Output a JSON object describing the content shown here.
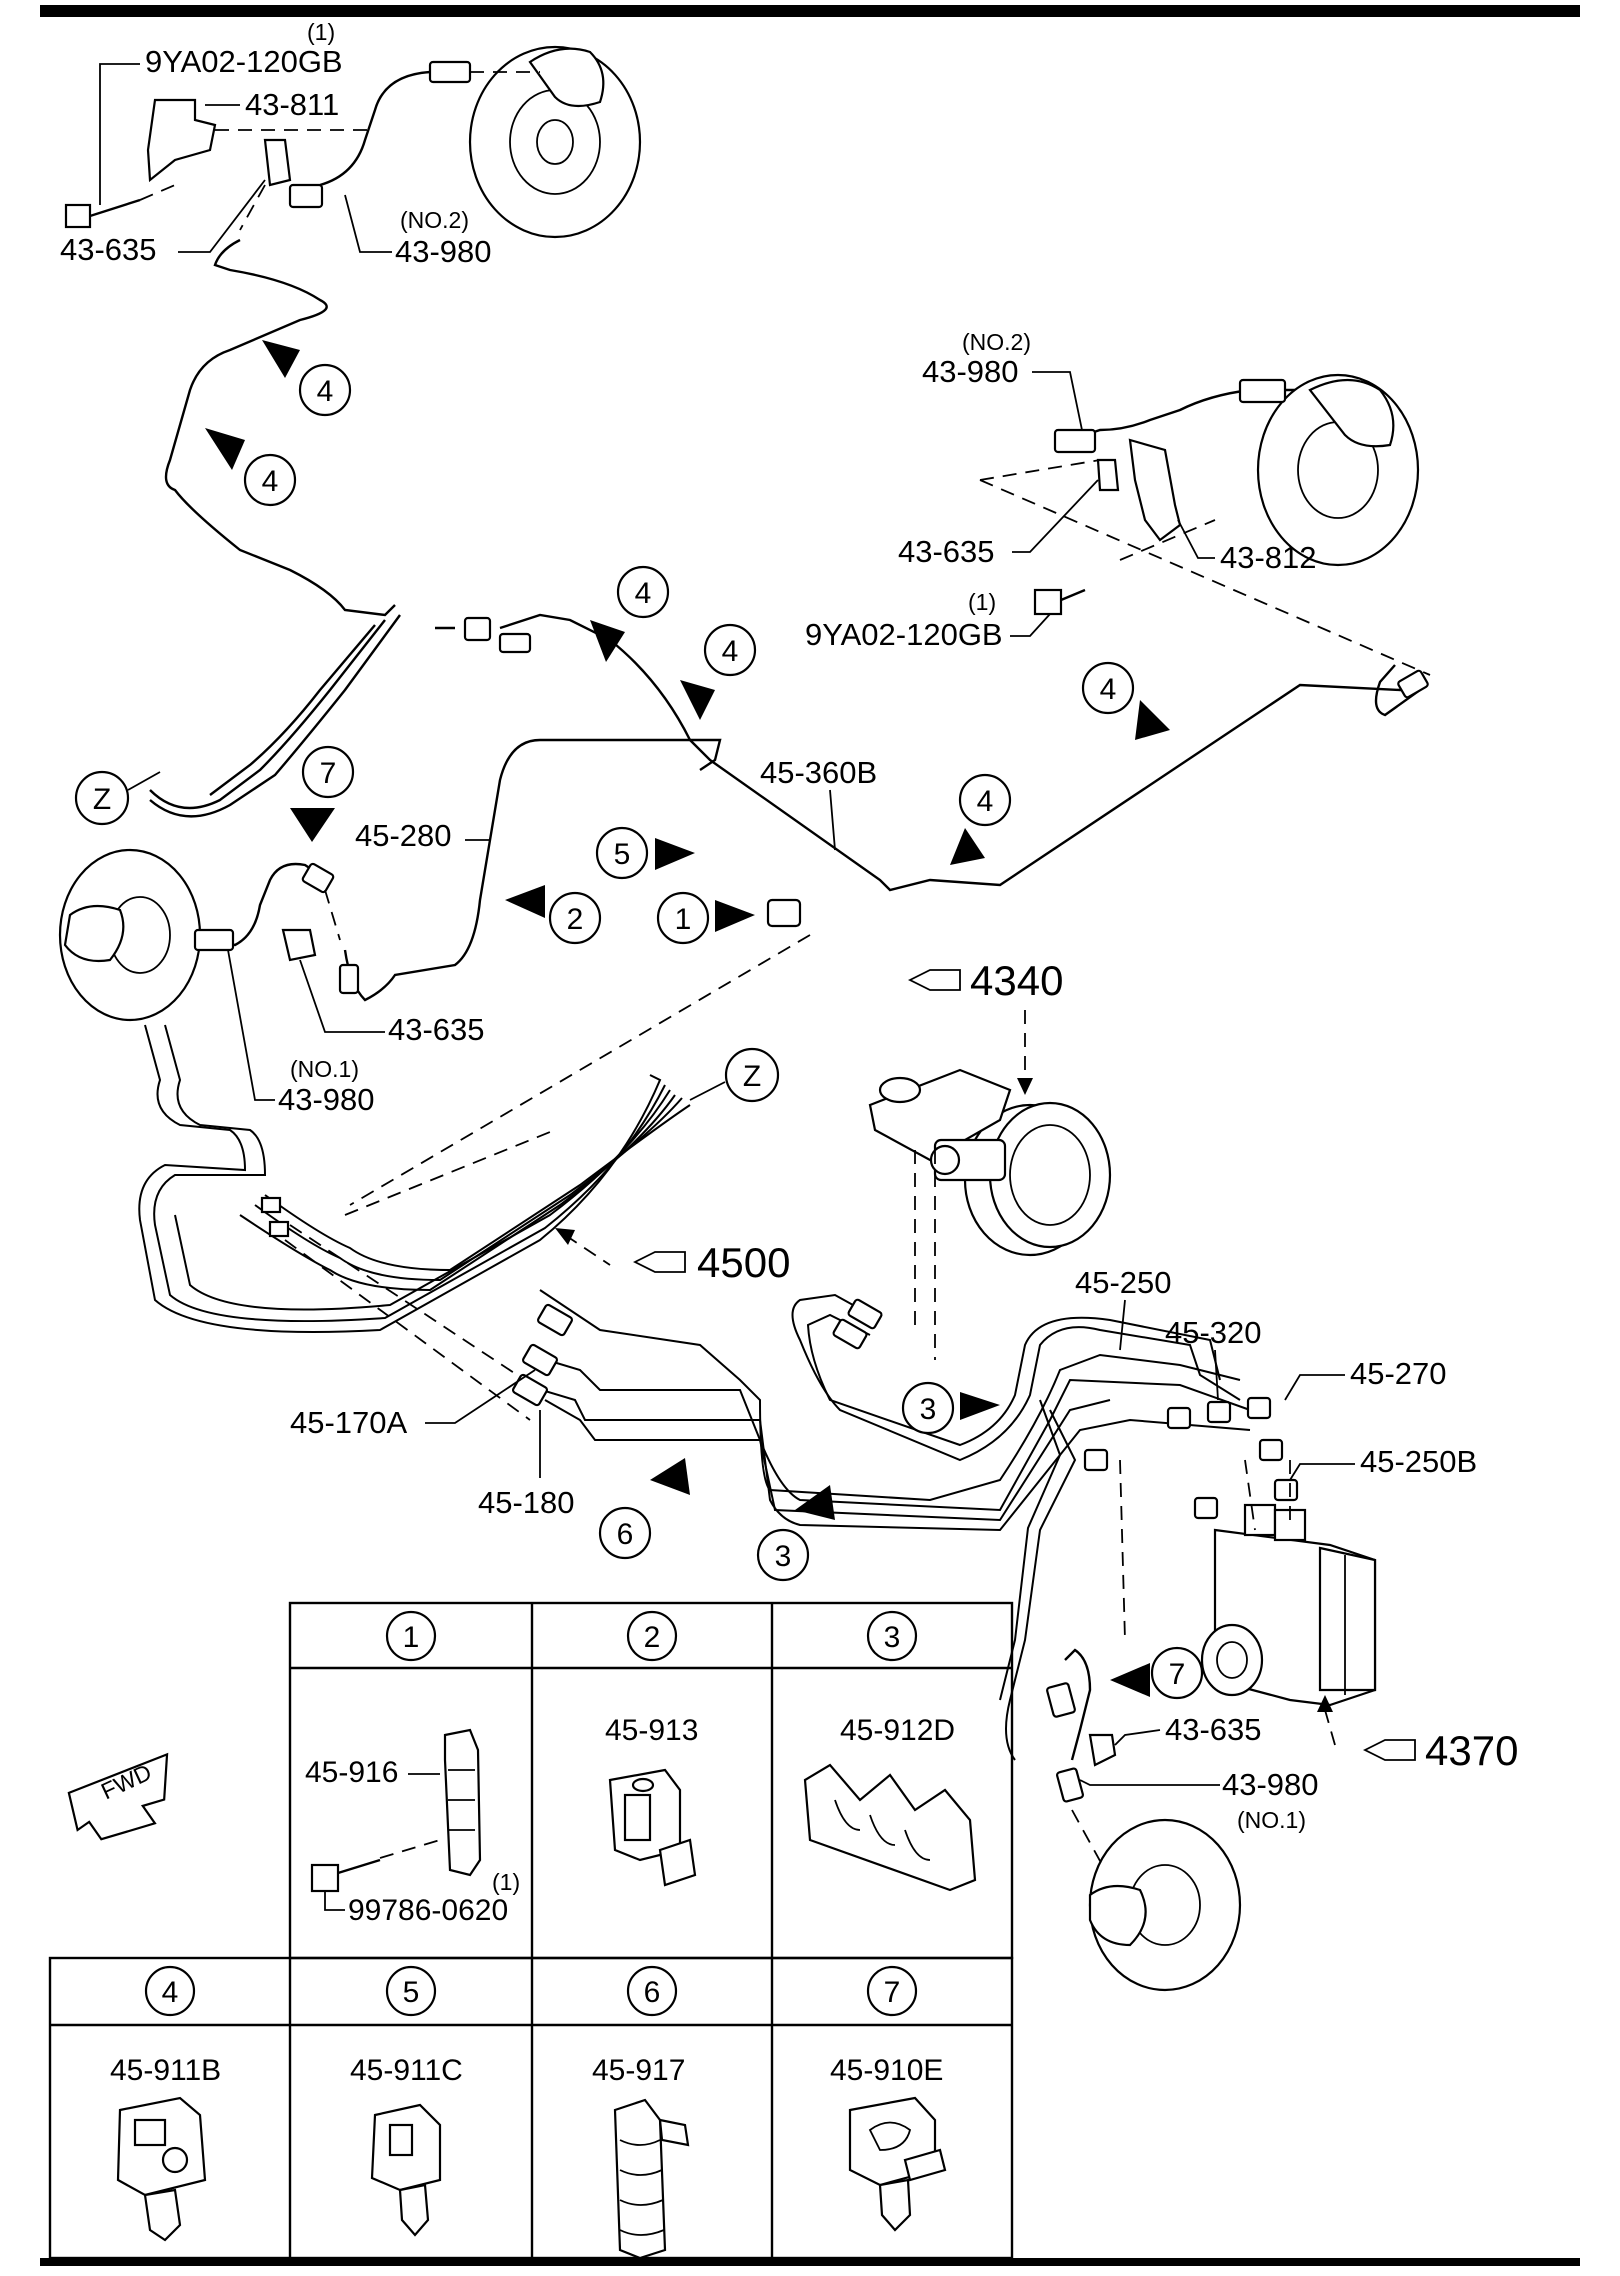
{
  "callouts": {
    "bolt_front_left": "9YA02-120GB",
    "bolt_front_left_qty": "(1)",
    "bracket_front_left": "43-811",
    "clip_front_left": "43-635",
    "hose_front_left": "43-980",
    "hose_front_left_no": "(NO.2)",
    "hose_front_right_no": "(NO.2)",
    "hose_front_right": "43-980",
    "clip_front_right": "43-635",
    "bracket_front_right": "43-812",
    "bolt_front_right_qty": "(1)",
    "bolt_front_right": "9YA02-120GB",
    "pipe_360b": "45-360B",
    "pipe_280": "45-280",
    "clip_rear_left": "43-635",
    "hose_rear_left_no": "(NO.1)",
    "hose_rear_left": "43-980",
    "ref_4340": "4340",
    "ref_4500": "4500",
    "ref_4370": "4370",
    "pipe_250": "45-250",
    "pipe_320": "45-320",
    "pipe_270": "45-270",
    "pipe_250b": "45-250B",
    "pipe_170a": "45-170A",
    "pipe_180": "45-180",
    "clip_rear_right": "43-635",
    "hose_rear_right": "43-980",
    "hose_rear_right_no": "(NO.1)",
    "z_mark_1": "Z",
    "z_mark_2": "Z",
    "fwd": "FWD"
  },
  "arrow_markers": [
    "4",
    "4",
    "4",
    "4",
    "4",
    "4",
    "7",
    "5",
    "2",
    "1",
    "3",
    "6",
    "3",
    "7"
  ],
  "clip_table": {
    "row1": [
      {
        "no": "1",
        "part": "45-916",
        "extra": "99786-0620",
        "extra_qty": "(1)"
      },
      {
        "no": "2",
        "part": "45-913"
      },
      {
        "no": "3",
        "part": "45-912D"
      }
    ],
    "row2": [
      {
        "no": "4",
        "part": "45-911B"
      },
      {
        "no": "5",
        "part": "45-911C"
      },
      {
        "no": "6",
        "part": "45-917"
      },
      {
        "no": "7",
        "part": "45-910E"
      }
    ]
  }
}
